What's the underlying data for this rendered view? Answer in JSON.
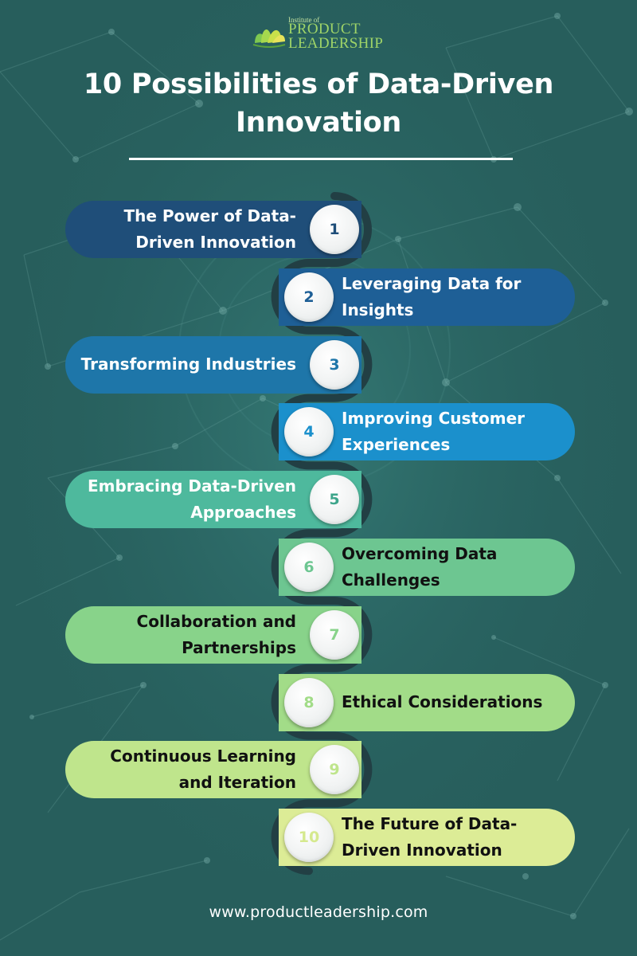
{
  "brand": {
    "logo_small": "Institute of",
    "logo_line1": "PRODUCT",
    "logo_line2": "LEADERSHIP"
  },
  "title": "10 Possibilities of Data-Driven Innovation",
  "items": [
    {
      "number": "1",
      "label": "The Power of Data-Driven Innovation",
      "bg": "#1f4e79",
      "text_color": "#ffffff",
      "number_color": "#1f4e79"
    },
    {
      "number": "2",
      "label": "Leveraging Data for Insights",
      "bg": "#1e5f96",
      "text_color": "#ffffff",
      "number_color": "#1e5f96"
    },
    {
      "number": "3",
      "label": "Transforming Industries",
      "bg": "#1e76a9",
      "text_color": "#ffffff",
      "number_color": "#1e76a9"
    },
    {
      "number": "4",
      "label": "Improving Customer Experiences",
      "bg": "#1b90cc",
      "text_color": "#ffffff",
      "number_color": "#1b90cc"
    },
    {
      "number": "5",
      "label": "Embracing Data-Driven Approaches",
      "bg": "#4eb99d",
      "text_color": "#ffffff",
      "number_color": "#3ea58b"
    },
    {
      "number": "6",
      "label": "Overcoming Data Challenges",
      "bg": "#6dc691",
      "text_color": "#111111",
      "number_color": "#6dc691"
    },
    {
      "number": "7",
      "label": "Collaboration and Partnerships",
      "bg": "#88d38a",
      "text_color": "#111111",
      "number_color": "#88d38a"
    },
    {
      "number": "8",
      "label": "Ethical Considerations",
      "bg": "#a2dc88",
      "text_color": "#111111",
      "number_color": "#a2dc88"
    },
    {
      "number": "9",
      "label": "Continuous Learning and Iteration",
      "bg": "#bfe58c",
      "text_color": "#111111",
      "number_color": "#bfe58c"
    },
    {
      "number": "10",
      "label": "The Future of Data-Driven Innovation",
      "bg": "#dcec96",
      "text_color": "#111111",
      "number_color": "#d5e98e"
    }
  ],
  "footer": "www.productleadership.com",
  "colors": {
    "background": "#275e5c",
    "spine": "#223f44",
    "title": "#ffffff",
    "logo_green": "#9fd468"
  }
}
